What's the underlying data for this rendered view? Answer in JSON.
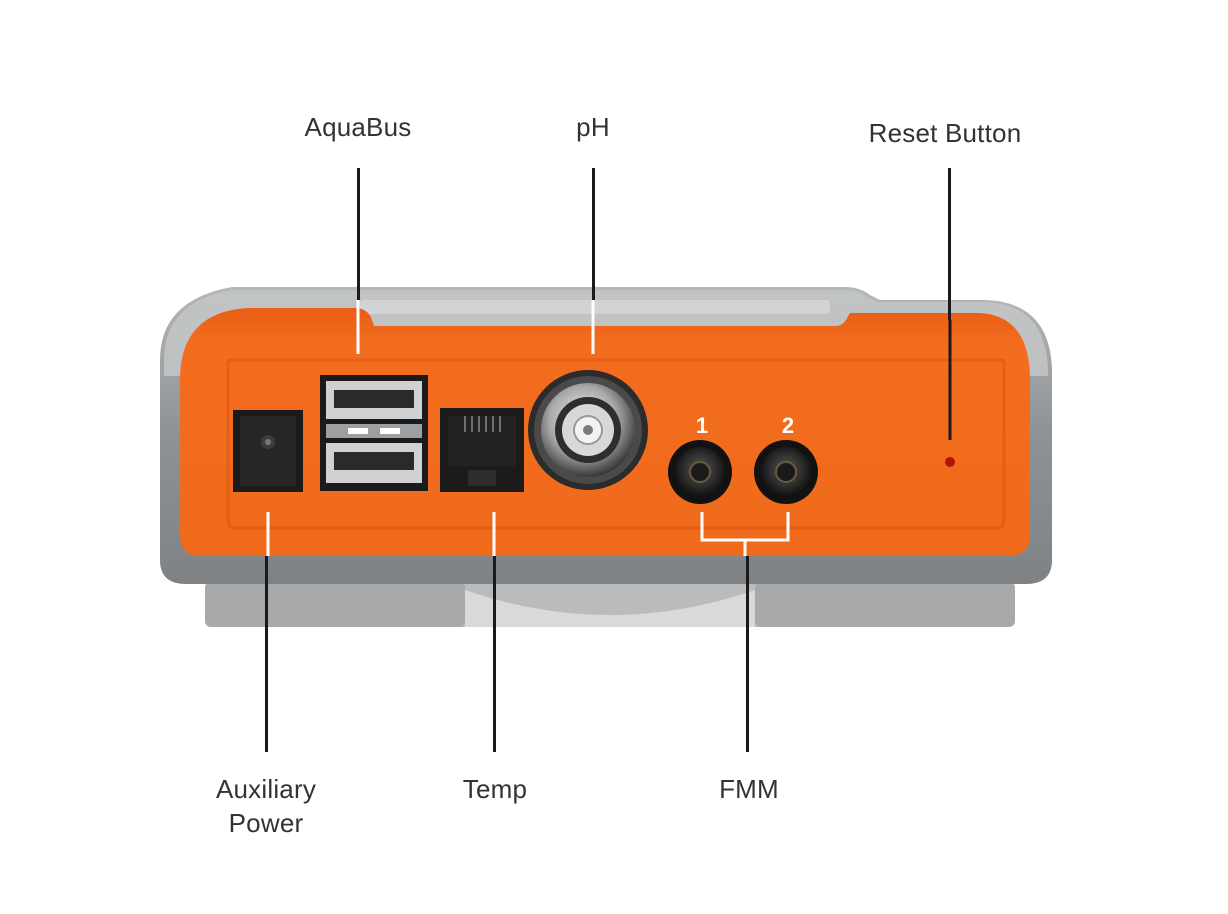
{
  "labels": {
    "aquabus": "AquaBus",
    "ph": "pH",
    "reset_button": "Reset Button",
    "auxiliary_power_line1": "Auxiliary",
    "auxiliary_power_line2": "Power",
    "temp": "Temp",
    "fmm": "FMM"
  },
  "port_numbers": {
    "fmm_1": "1",
    "fmm_2": "2"
  },
  "colors": {
    "orange": "#f26b1d",
    "orange_dark": "#d95511",
    "gray_housing": "#9fa1a3",
    "gray_light": "#c6c8c9",
    "port_black": "#1b1b1b",
    "reset_dot": "#b3120a"
  }
}
